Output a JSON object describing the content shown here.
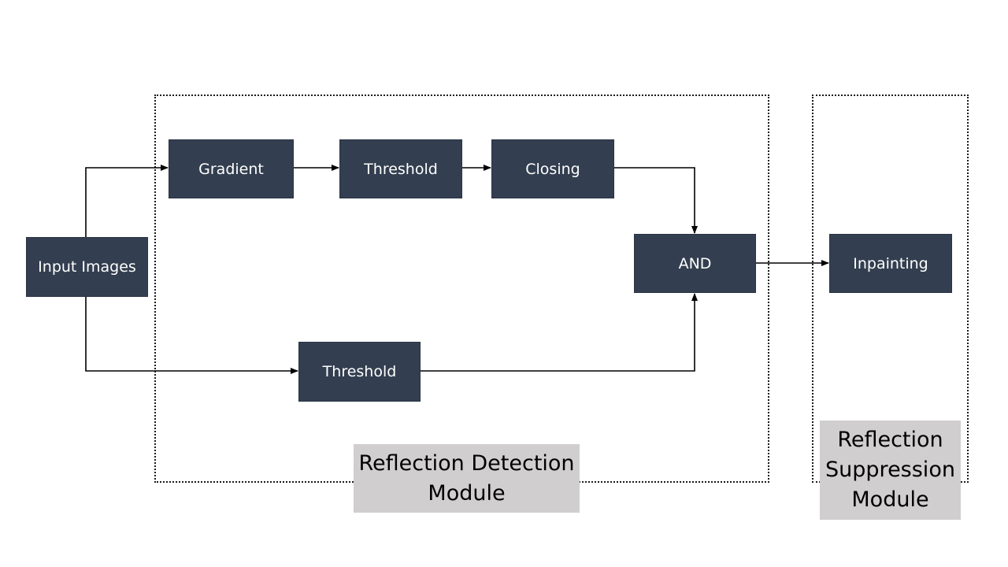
{
  "nodes": {
    "input": "Input Images",
    "gradient": "Gradient",
    "threshold_top": "Threshold",
    "closing": "Closing",
    "and": "AND",
    "threshold_bottom": "Threshold",
    "inpainting": "Inpainting"
  },
  "modules": {
    "detection": "Reflection Detection\nModule",
    "suppression": "Reflection\nSuppression\nModule"
  },
  "colors": {
    "node_fill": "#333f50",
    "node_text": "#ffffff",
    "label_fill": "#d0cece",
    "connector": "#000000"
  }
}
